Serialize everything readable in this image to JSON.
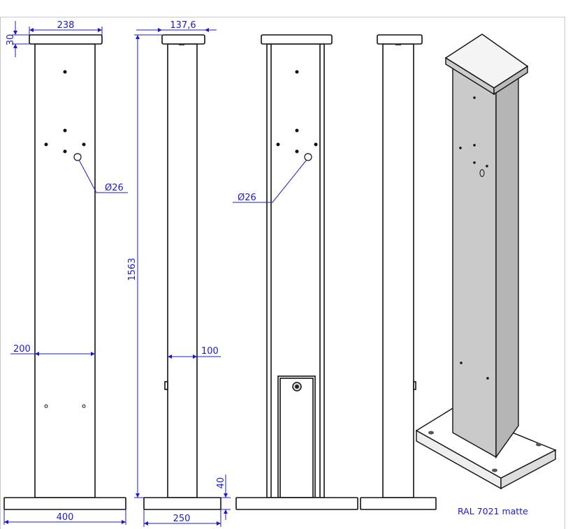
{
  "dimensions": {
    "cap_width": "238",
    "cap_height": "30",
    "side_cap_depth": "137,6",
    "total_height": "1563",
    "hole_diameter_front": "Ø26",
    "hole_diameter_back": "Ø26",
    "column_width": "200",
    "column_depth": "100",
    "base_width": "400",
    "base_depth": "250",
    "base_height": "40"
  },
  "finish_note": "RAL 7021 matte",
  "colors": {
    "dimension": "#1a1acc",
    "column_iso": "#c8c8c8"
  }
}
